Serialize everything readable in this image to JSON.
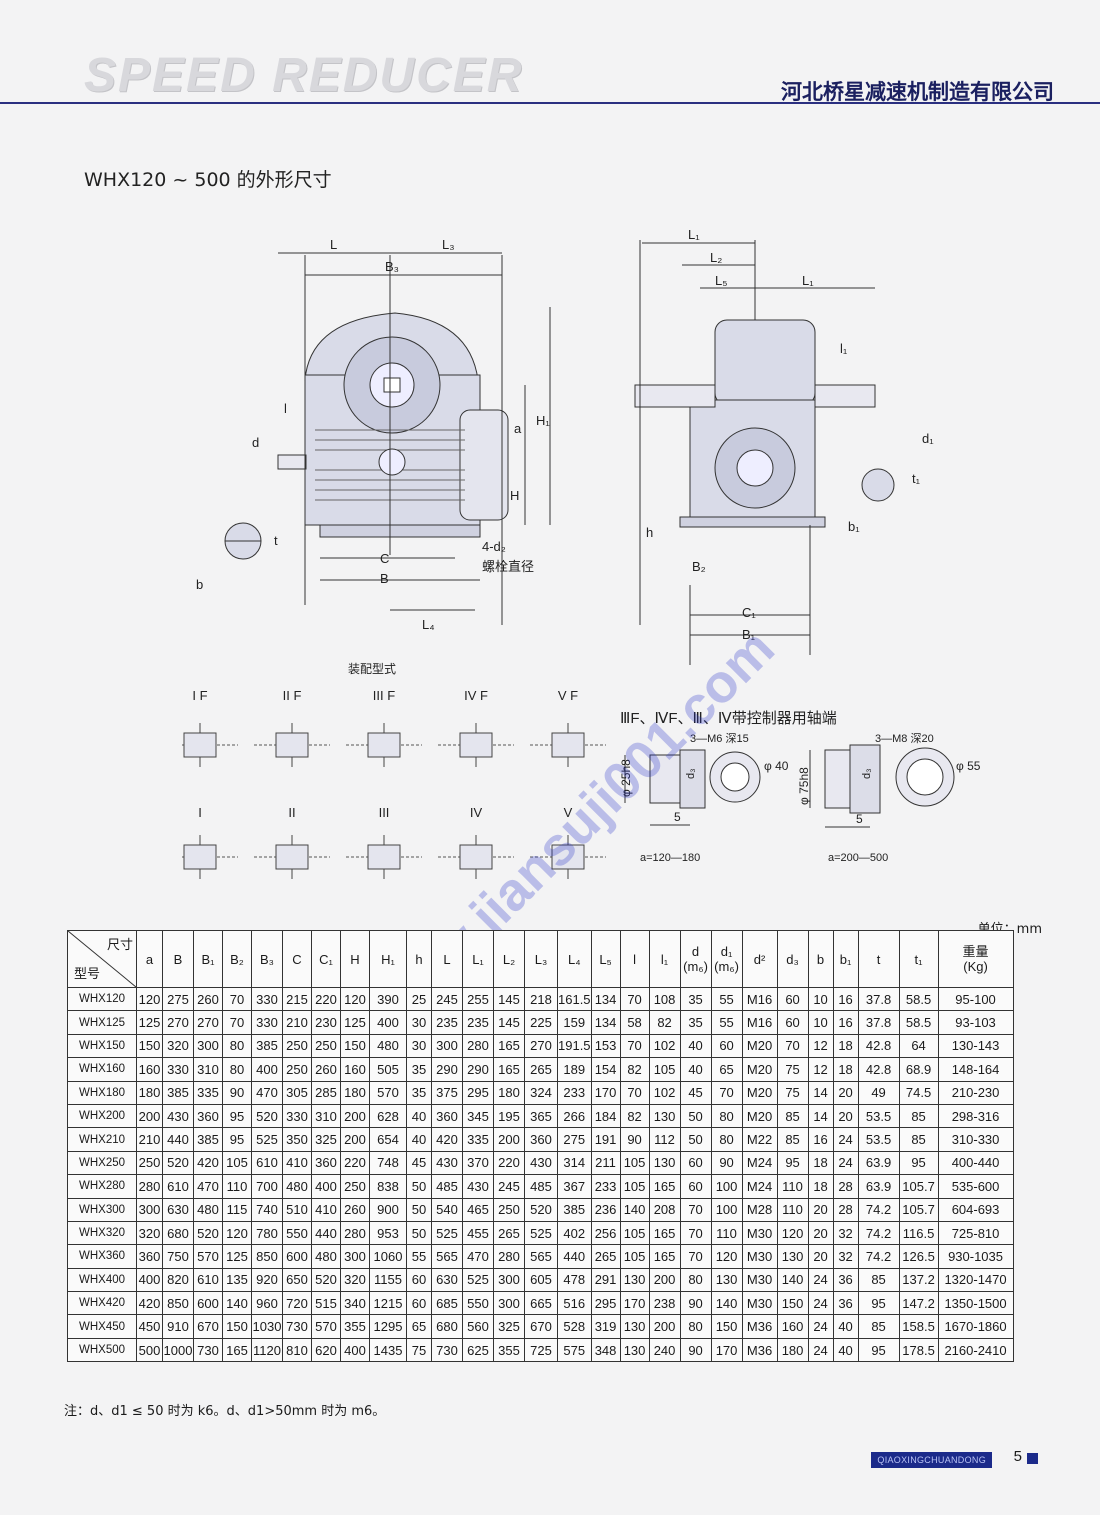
{
  "header": {
    "brand": "SPEED REDUCER",
    "company": "河北桥星减速机制造有限公司"
  },
  "title": "WHX120 ~ 500 的外形尺寸",
  "drawing": {
    "labels": {
      "L": "L",
      "L3": "L₃",
      "B3": "B₃",
      "l": "l",
      "d": "d",
      "a": "a",
      "H1": "H₁",
      "H": "H",
      "t": "t",
      "b": "b",
      "C": "C",
      "B": "B",
      "L4": "L₄",
      "bolt": "4-d₂",
      "bolt_text": "螺栓直径",
      "L1a": "L₁",
      "L2": "L₂",
      "L5": "L₅",
      "L1b": "L₁",
      "l1": "l₁",
      "d1": "d₁",
      "t1": "t₁",
      "h": "h",
      "b1": "b₁",
      "B2": "B₂",
      "C1": "C₁",
      "B1": "B₁"
    },
    "assembly_title": "装配型式",
    "assembly_types_top": [
      "I F",
      "II F",
      "III F",
      "IV F",
      "V F"
    ],
    "assembly_types_bottom": [
      "I",
      "II",
      "III",
      "IV",
      "V"
    ],
    "control_title": "ⅢF、ⅣF、Ⅲ、Ⅳ带控制器用轴端",
    "control_small": {
      "thread": "3—M6 深15",
      "dia": "φ 40",
      "shaft": "φ 25h8",
      "d3": "d₃",
      "len": "5",
      "range": "a=120—180"
    },
    "control_large": {
      "thread": "3—M8 深20",
      "dia": "φ 55",
      "shaft": "φ 75h8",
      "d3": "d₃",
      "len": "5",
      "range": "a=200—500"
    }
  },
  "watermark": "www.jiansuji001.com",
  "table": {
    "unit": "单位：mm",
    "corner_top": "尺寸",
    "corner_bottom": "型号",
    "headers": [
      "a",
      "B",
      "B₁",
      "B₂",
      "B₃",
      "C",
      "C₁",
      "H",
      "H₁",
      "h",
      "L",
      "L₁",
      "L₂",
      "L₃",
      "L₄",
      "L₅",
      "l",
      "l₁",
      "d\n(m₆)",
      "d₁\n(m₆)",
      "d²",
      "d₃",
      "b",
      "b₁",
      "t",
      "t₁",
      "重量\n(Kg)"
    ],
    "rows": [
      [
        "WHX120",
        "120",
        "275",
        "260",
        "70",
        "330",
        "215",
        "220",
        "120",
        "390",
        "25",
        "245",
        "255",
        "145",
        "218",
        "161.5",
        "134",
        "70",
        "108",
        "35",
        "55",
        "M16",
        "60",
        "10",
        "16",
        "37.8",
        "58.5",
        "95-100"
      ],
      [
        "WHX125",
        "125",
        "270",
        "270",
        "70",
        "330",
        "210",
        "230",
        "125",
        "400",
        "30",
        "235",
        "235",
        "145",
        "225",
        "159",
        "134",
        "58",
        "82",
        "35",
        "55",
        "M16",
        "60",
        "10",
        "16",
        "37.8",
        "58.5",
        "93-103"
      ],
      [
        "WHX150",
        "150",
        "320",
        "300",
        "80",
        "385",
        "250",
        "250",
        "150",
        "480",
        "30",
        "300",
        "280",
        "165",
        "270",
        "191.5",
        "153",
        "70",
        "102",
        "40",
        "60",
        "M20",
        "70",
        "12",
        "18",
        "42.8",
        "64",
        "130-143"
      ],
      [
        "WHX160",
        "160",
        "330",
        "310",
        "80",
        "400",
        "250",
        "260",
        "160",
        "505",
        "35",
        "290",
        "290",
        "165",
        "265",
        "189",
        "154",
        "82",
        "105",
        "40",
        "65",
        "M20",
        "75",
        "12",
        "18",
        "42.8",
        "68.9",
        "148-164"
      ],
      [
        "WHX180",
        "180",
        "385",
        "335",
        "90",
        "470",
        "305",
        "285",
        "180",
        "570",
        "35",
        "375",
        "295",
        "180",
        "324",
        "233",
        "170",
        "70",
        "102",
        "45",
        "70",
        "M20",
        "75",
        "14",
        "20",
        "49",
        "74.5",
        "210-230"
      ],
      [
        "WHX200",
        "200",
        "430",
        "360",
        "95",
        "520",
        "330",
        "310",
        "200",
        "628",
        "40",
        "360",
        "345",
        "195",
        "365",
        "266",
        "184",
        "82",
        "130",
        "50",
        "80",
        "M20",
        "85",
        "14",
        "20",
        "53.5",
        "85",
        "298-316"
      ],
      [
        "WHX210",
        "210",
        "440",
        "385",
        "95",
        "525",
        "350",
        "325",
        "200",
        "654",
        "40",
        "420",
        "335",
        "200",
        "360",
        "275",
        "191",
        "90",
        "112",
        "50",
        "80",
        "M22",
        "85",
        "16",
        "24",
        "53.5",
        "85",
        "310-330"
      ],
      [
        "WHX250",
        "250",
        "520",
        "420",
        "105",
        "610",
        "410",
        "360",
        "220",
        "748",
        "45",
        "430",
        "370",
        "220",
        "430",
        "314",
        "211",
        "105",
        "130",
        "60",
        "90",
        "M24",
        "95",
        "18",
        "24",
        "63.9",
        "95",
        "400-440"
      ],
      [
        "WHX280",
        "280",
        "610",
        "470",
        "110",
        "700",
        "480",
        "400",
        "250",
        "838",
        "50",
        "485",
        "430",
        "245",
        "485",
        "367",
        "233",
        "105",
        "165",
        "60",
        "100",
        "M24",
        "110",
        "18",
        "28",
        "63.9",
        "105.7",
        "535-600"
      ],
      [
        "WHX300",
        "300",
        "630",
        "480",
        "115",
        "740",
        "510",
        "410",
        "260",
        "900",
        "50",
        "540",
        "465",
        "250",
        "520",
        "385",
        "236",
        "140",
        "208",
        "70",
        "100",
        "M28",
        "110",
        "20",
        "28",
        "74.2",
        "105.7",
        "604-693"
      ],
      [
        "WHX320",
        "320",
        "680",
        "520",
        "120",
        "780",
        "550",
        "440",
        "280",
        "953",
        "50",
        "525",
        "455",
        "265",
        "525",
        "402",
        "256",
        "105",
        "165",
        "70",
        "110",
        "M30",
        "120",
        "20",
        "32",
        "74.2",
        "116.5",
        "725-810"
      ],
      [
        "WHX360",
        "360",
        "750",
        "570",
        "125",
        "850",
        "600",
        "480",
        "300",
        "1060",
        "55",
        "565",
        "470",
        "280",
        "565",
        "440",
        "265",
        "105",
        "165",
        "70",
        "120",
        "M30",
        "130",
        "20",
        "32",
        "74.2",
        "126.5",
        "930-1035"
      ],
      [
        "WHX400",
        "400",
        "820",
        "610",
        "135",
        "920",
        "650",
        "520",
        "320",
        "1155",
        "60",
        "630",
        "525",
        "300",
        "605",
        "478",
        "291",
        "130",
        "200",
        "80",
        "130",
        "M30",
        "140",
        "24",
        "36",
        "85",
        "137.2",
        "1320-1470"
      ],
      [
        "WHX420",
        "420",
        "850",
        "600",
        "140",
        "960",
        "720",
        "515",
        "340",
        "1215",
        "60",
        "685",
        "550",
        "300",
        "665",
        "516",
        "295",
        "170",
        "238",
        "90",
        "140",
        "M30",
        "150",
        "24",
        "36",
        "95",
        "147.2",
        "1350-1500"
      ],
      [
        "WHX450",
        "450",
        "910",
        "670",
        "150",
        "1030",
        "730",
        "570",
        "355",
        "1295",
        "65",
        "680",
        "560",
        "325",
        "670",
        "528",
        "319",
        "130",
        "200",
        "80",
        "150",
        "M36",
        "160",
        "24",
        "40",
        "85",
        "158.5",
        "1670-1860"
      ],
      [
        "WHX500",
        "500",
        "1000",
        "730",
        "165",
        "1120",
        "810",
        "620",
        "400",
        "1435",
        "75",
        "730",
        "625",
        "355",
        "725",
        "575",
        "348",
        "130",
        "240",
        "90",
        "170",
        "M36",
        "180",
        "24",
        "40",
        "95",
        "178.5",
        "2160-2410"
      ]
    ]
  },
  "note": "注：d、d1 ≤ 50 时为 k6。d、d1>50mm 时为 m6。",
  "footer": {
    "tag": "QIAOXINGCHUANDONG",
    "page": "5"
  }
}
